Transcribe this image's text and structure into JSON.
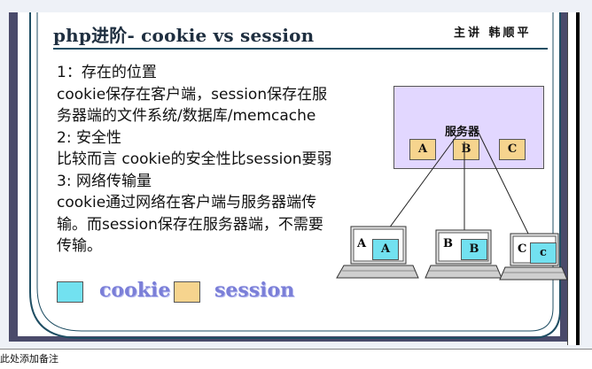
{
  "header": {
    "title": "php进阶- cookie vs session",
    "lecturer": "主讲 韩顺平"
  },
  "content": {
    "lines": [
      "1：存在的位置",
      "cookie保存在客户端，session保存在服",
      "务器端的文件系统/数据库/memcache",
      "2: 安全性",
      "比较而言 cookie的安全性比session要弱",
      "3: 网络传输量",
      "cookie通过网络在客户端与服务器端传",
      "输。而session保存在服务器端，不需要",
      "传输。"
    ]
  },
  "legend": {
    "cookie_label": "cookie",
    "session_label": "session",
    "cookie_color": "#72e1f0",
    "session_color": "#f6d48e"
  },
  "diagram": {
    "server_label": "服务器",
    "server_slots": [
      "A",
      "B",
      "C"
    ],
    "clients": [
      {
        "label": "A",
        "cookie": "A"
      },
      {
        "label": "B",
        "cookie": "B"
      },
      {
        "label": "C",
        "cookie": "c"
      }
    ],
    "server_color": "#e2d7ff"
  },
  "footer": {
    "notes_placeholder": "此处添加备注"
  }
}
